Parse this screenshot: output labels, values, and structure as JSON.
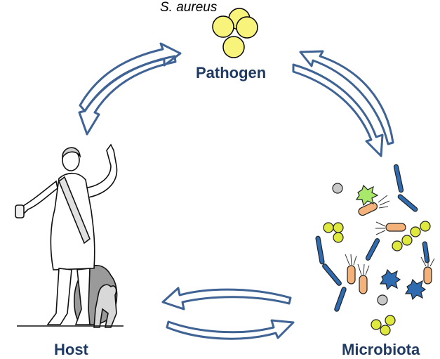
{
  "diagram": {
    "nodes": {
      "pathogen": {
        "label": "Pathogen",
        "species": "S. aureus"
      },
      "host": {
        "label": "Host"
      },
      "microbiota": {
        "label": "Microbiota"
      }
    },
    "edges": [
      {
        "from": "pathogen",
        "to": "host"
      },
      {
        "from": "host",
        "to": "pathogen"
      },
      {
        "from": "pathogen",
        "to": "microbiota"
      },
      {
        "from": "microbiota",
        "to": "pathogen"
      },
      {
        "from": "host",
        "to": "microbiota"
      },
      {
        "from": "microbiota",
        "to": "host"
      }
    ],
    "colors": {
      "label": "#1f3a63",
      "arrow": "#3f6394",
      "coccus": "#f0ef4a",
      "coccus_small": "#d9e83a",
      "rod_blue": "#2f6bb0",
      "rod_orange": "#f2b27a",
      "spiky_green": "#a8e86a",
      "spiky_blue": "#2f6bb0",
      "grey_cell": "#c8c8c8"
    }
  }
}
